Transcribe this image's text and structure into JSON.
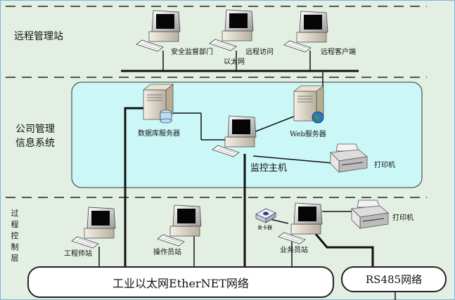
{
  "zones": {
    "remote": {
      "title": "远程管理站"
    },
    "company": {
      "title_line1": "公司管理",
      "title_line2": "信息系统"
    },
    "process": {
      "title_chars": [
        "过",
        "程",
        "控",
        "制",
        "层"
      ]
    }
  },
  "remote_nodes": [
    {
      "label": "安全监督部门"
    },
    {
      "label": "远程访问"
    },
    {
      "label": "远程客户端"
    }
  ],
  "ethernet_label": "以太网",
  "company_nodes": {
    "db_server": "数据库服务器",
    "web_server": "Web服务器",
    "monitor_host": "监控主机",
    "printer": "打印机"
  },
  "process_nodes": {
    "engineer": "工程师站",
    "operator": "操作员站",
    "card_issuer": "发卡器",
    "business": "业务员站",
    "printer": "打印机"
  },
  "buses": {
    "ethernet": "工业以太网EtherNET网络",
    "rs485": "RS485网络"
  },
  "colors": {
    "background": "#e3efe3",
    "company_zone": "#ccf7f7"
  }
}
